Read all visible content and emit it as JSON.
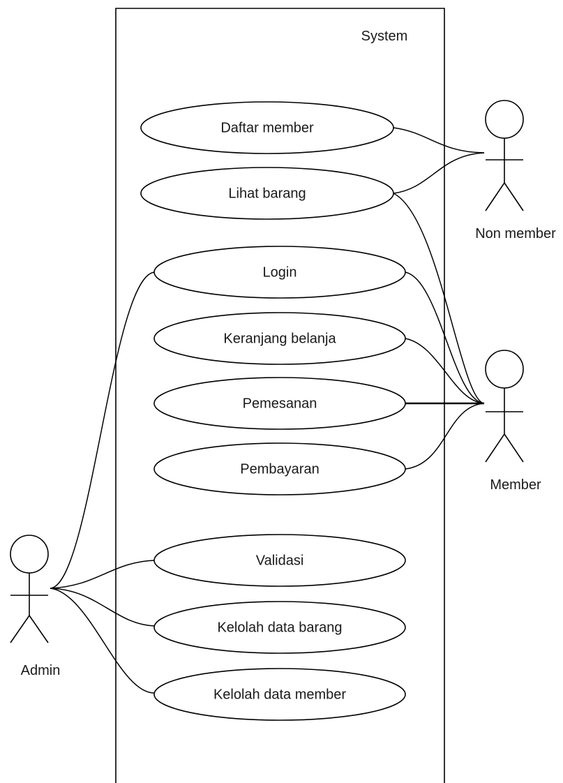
{
  "system": {
    "label": "System"
  },
  "actors": {
    "non_member": {
      "label": "Non member"
    },
    "member": {
      "label": "Member"
    },
    "admin": {
      "label": "Admin"
    }
  },
  "use_cases": {
    "daftar_member": "Daftar member",
    "lihat_barang": "Lihat barang",
    "login": "Login",
    "keranjang_belanja": "Keranjang belanja",
    "pemesanan": "Pemesanan",
    "pembayaran": "Pembayaran",
    "validasi": "Validasi",
    "kelolah_data_barang": "Kelolah data barang",
    "kelolah_data_member": "Kelolah data member"
  },
  "colors": {
    "stroke": "#000000",
    "background": "#ffffff",
    "text": "#1a1a1a"
  }
}
